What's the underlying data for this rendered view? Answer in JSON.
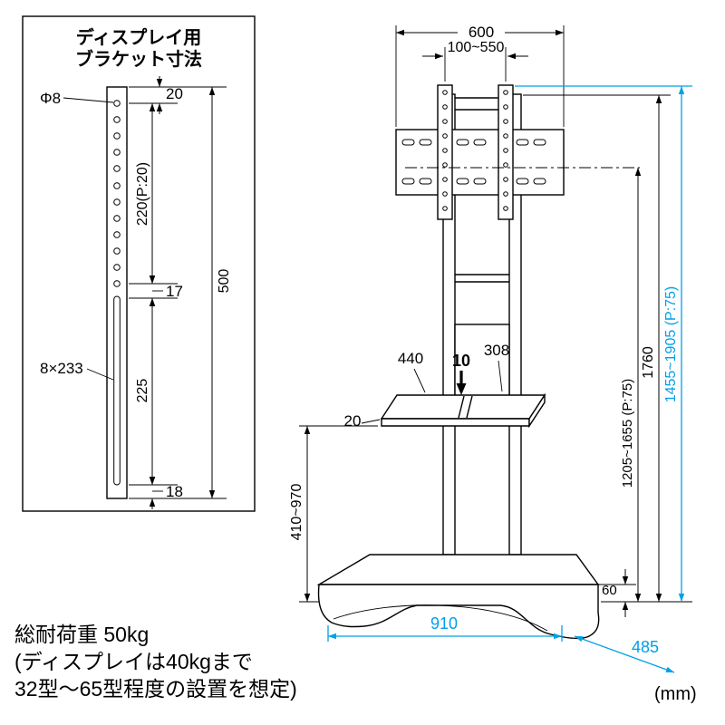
{
  "colors": {
    "accent": "#00A0E9",
    "line": "#000000",
    "background": "#FFFFFF"
  },
  "inset": {
    "title_line1": "ディスプレイ用",
    "title_line2": "ブラケット寸法",
    "hole_dia": "Φ8",
    "offset_top": "20",
    "hole_pitch": "220(P:20)",
    "gap_mid": "17",
    "height_total": "500",
    "slot_span": "225",
    "slot_size": "8×233",
    "offset_bottom": "18"
  },
  "stand": {
    "width": "600",
    "bracket_pitch_range": "100~550",
    "shelf_left": "440",
    "shelf_slot": "10",
    "shelf_right": "308",
    "shelf_thickness": "20",
    "shelf_height_range": "410~970",
    "display_center_range": "1205~1655 (P:75)",
    "height_total": "1760",
    "bracket_top_range": "1455~1905 (P:75)",
    "base_thickness": "60",
    "base_width": "910",
    "base_depth": "485"
  },
  "notes": {
    "line1": "総耐荷重 50kg",
    "line2": "(ディスプレイは40kgまで",
    "line3": "32型〜65型程度の設置を想定)",
    "unit": "(mm)"
  }
}
